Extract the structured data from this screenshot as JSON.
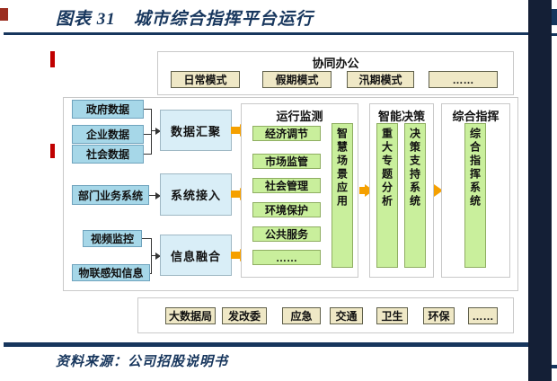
{
  "page": {
    "title": "图表 31　城市综合指挥平台运行",
    "source": "资料来源：公司招股说明书",
    "colors": {
      "navy": "#17365D",
      "darkred": "#9b2d1f",
      "orange": "#F5A000",
      "green": "#C9EF9C",
      "blue": "#A6D7E8",
      "lblue": "#D9EEF7",
      "cream": "#EFE8C6",
      "gutter": "#141F36"
    }
  },
  "collab": {
    "title": "协同办公",
    "modes": [
      "日常模式",
      "假期模式",
      "汛期模式",
      "……"
    ]
  },
  "inputs": [
    "政府数据",
    "企业数据",
    "社会数据",
    "部门业务系统",
    "视频监控",
    "物联感知信息"
  ],
  "process": [
    "数据汇聚",
    "系统接入",
    "信息融合"
  ],
  "monitor": {
    "title": "运行监测",
    "items": [
      "经济调节",
      "市场监管",
      "社会管理",
      "环境保护",
      "公共服务",
      "……"
    ],
    "vertical": "智慧场景应用"
  },
  "decision": {
    "title": "智能决策",
    "verticals": [
      "重大专题分析",
      "决策支持系统"
    ]
  },
  "command": {
    "title": "综合指挥",
    "vertical": "综合指挥系统"
  },
  "departments": [
    "大数据局",
    "发改委",
    "应急",
    "交通",
    "卫生",
    "环保",
    "……"
  ]
}
